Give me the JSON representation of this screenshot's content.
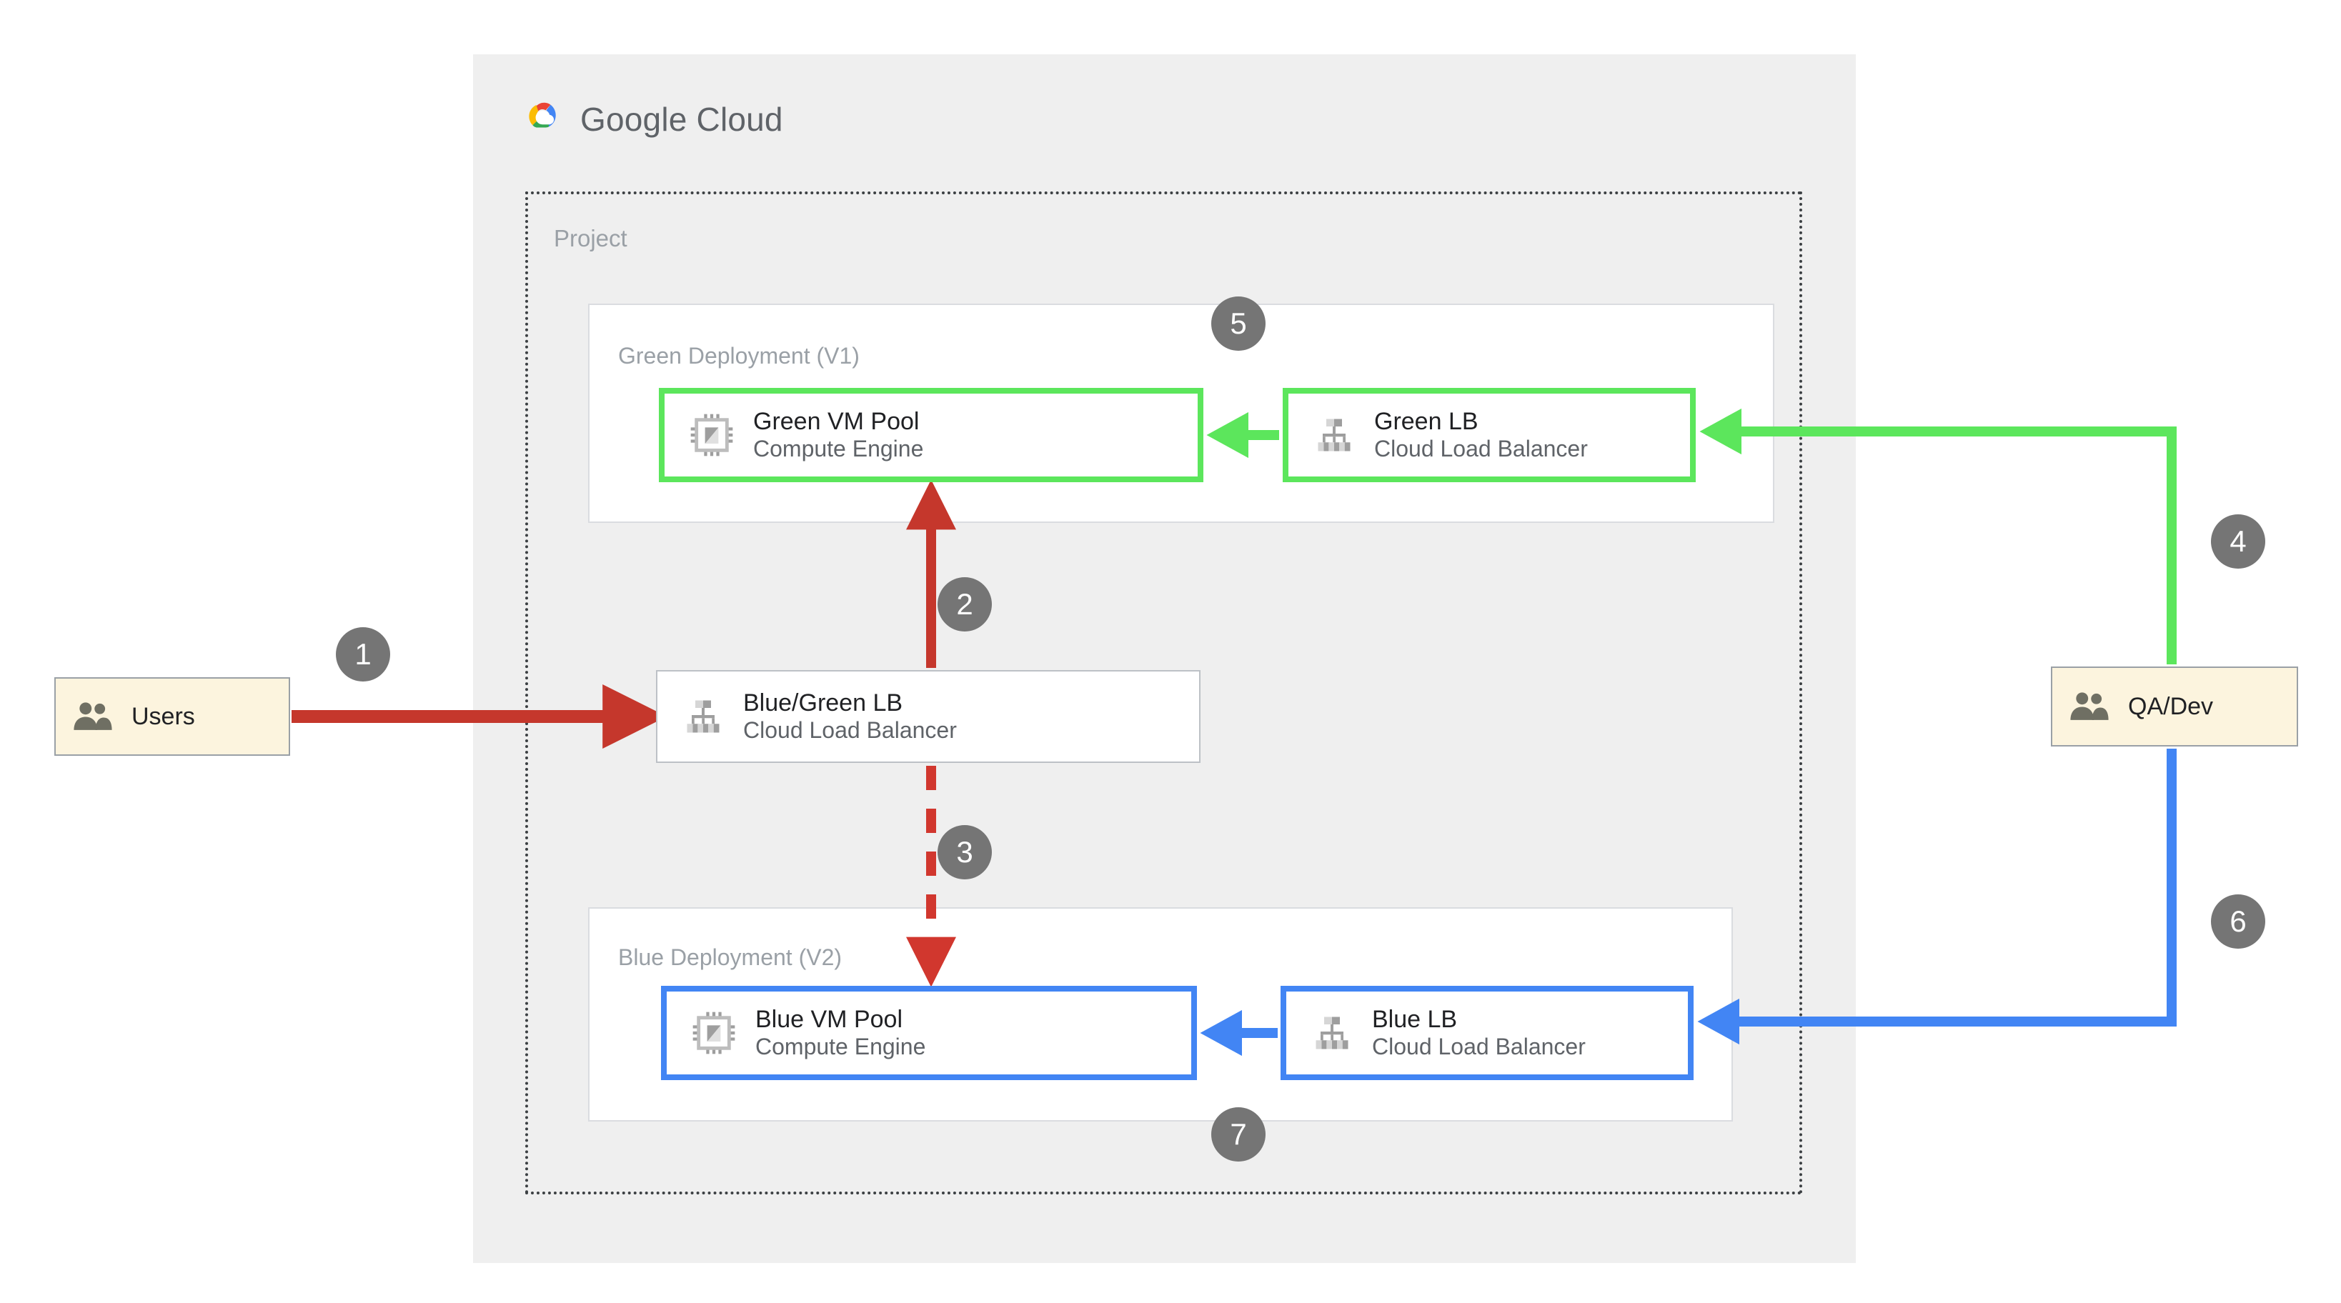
{
  "cloud": {
    "logo_text_light": "Google",
    "logo_text_bold": " Cloud",
    "logo_icon": "google-cloud-logo"
  },
  "project": {
    "label": "Project"
  },
  "deployments": [
    {
      "id": "green",
      "label": "Green Deployment (V1)",
      "accent": "#5CE65C",
      "nodes": [
        {
          "id": "green-vm-pool",
          "title": "Green VM Pool",
          "subtitle": "Compute Engine",
          "icon": "cpu-chip-icon"
        },
        {
          "id": "green-lb",
          "title": "Green LB",
          "subtitle": "Cloud Load Balancer",
          "icon": "load-balancer-icon"
        }
      ]
    },
    {
      "id": "blue",
      "label": "Blue Deployment (V2)",
      "accent": "#4285F4",
      "nodes": [
        {
          "id": "blue-vm-pool",
          "title": "Blue VM Pool",
          "subtitle": "Compute Engine",
          "icon": "cpu-chip-icon"
        },
        {
          "id": "blue-lb",
          "title": "Blue LB",
          "subtitle": "Cloud Load Balancer",
          "icon": "load-balancer-icon"
        }
      ]
    }
  ],
  "router": {
    "id": "blue-green-lb",
    "title": "Blue/Green LB",
    "subtitle": "Cloud Load Balancer",
    "icon": "load-balancer-icon"
  },
  "actors": [
    {
      "id": "users",
      "label": "Users",
      "icon": "people-icon",
      "fill": "#FCF4DE"
    },
    {
      "id": "qa-dev",
      "label": "QA/Dev",
      "icon": "people-icon",
      "fill": "#FCF4DE"
    }
  ],
  "steps": [
    {
      "number": "1",
      "flow": "users-to-blue-green-lb",
      "color": "#C5372C",
      "style": "solid"
    },
    {
      "number": "2",
      "flow": "blue-green-lb-to-green-vm-pool",
      "color": "#C5372C",
      "style": "solid"
    },
    {
      "number": "3",
      "flow": "blue-green-lb-to-blue-vm-pool",
      "color": "#D1372E",
      "style": "dashed"
    },
    {
      "number": "4",
      "flow": "qa-dev-to-green-lb",
      "color": "#5CE65C",
      "style": "solid"
    },
    {
      "number": "5",
      "flow": "green-lb-to-green-vm-pool",
      "color": "#5CE65C",
      "style": "solid"
    },
    {
      "number": "6",
      "flow": "qa-dev-to-blue-lb",
      "color": "#4285F4",
      "style": "solid"
    },
    {
      "number": "7",
      "flow": "blue-lb-to-blue-vm-pool",
      "color": "#4285F4",
      "style": "solid"
    }
  ],
  "colors": {
    "panel_bg": "#EFEFEF",
    "red": "#C5372C",
    "green": "#5CE65C",
    "blue": "#4285F4",
    "badge_grey": "#757575",
    "muted_text": "#9AA0A6",
    "actor_fill": "#FCF4DE"
  }
}
